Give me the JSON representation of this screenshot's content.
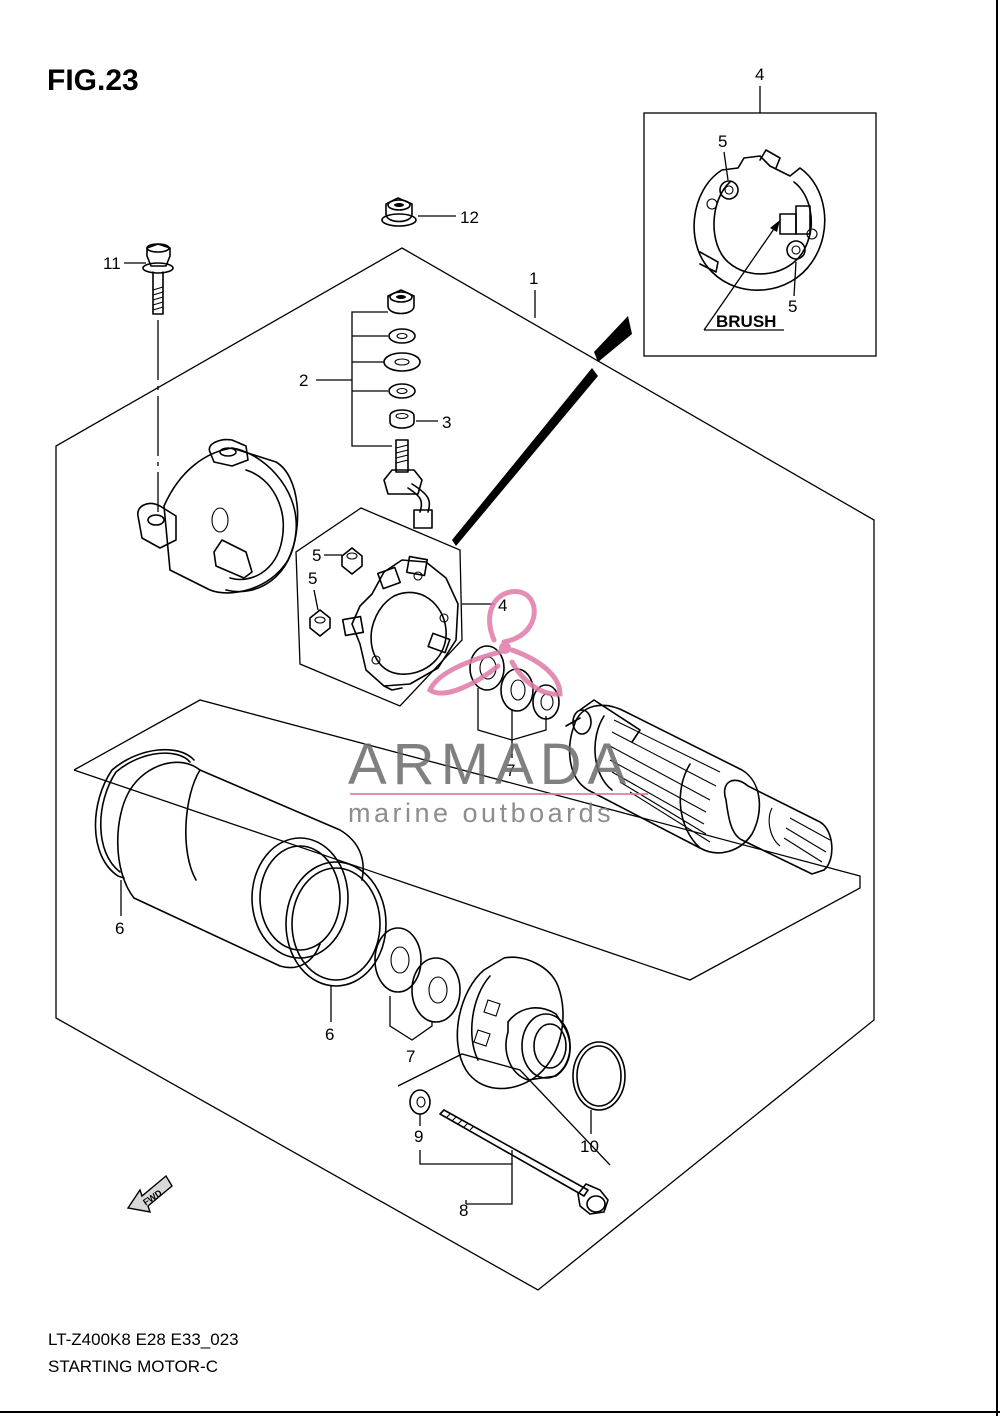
{
  "figure": {
    "title": "FIG.23"
  },
  "callouts": {
    "c1": "1",
    "c2": "2",
    "c3": "3",
    "c4_inset": "4",
    "c4_main": "4",
    "c5_inset_top": "5",
    "c5_inset_bottom": "5",
    "c5_main_a": "5",
    "c5_main_b": "5",
    "c6_left": "6",
    "c6_right": "6",
    "c7_upper": "7",
    "c7_lower": "7",
    "c8": "8",
    "c9": "9",
    "c10": "10",
    "c11": "11",
    "c12": "12"
  },
  "inset": {
    "brush_label": "BRUSH"
  },
  "fwd_arrow": {
    "label": "FWD"
  },
  "watermark": {
    "name": "ARMADA",
    "tagline": "marine outboards",
    "color": "#e07aa8"
  },
  "footer": {
    "model_code": "LT-Z400K8 E28 E33_023",
    "section_name": "STARTING MOTOR-C"
  }
}
